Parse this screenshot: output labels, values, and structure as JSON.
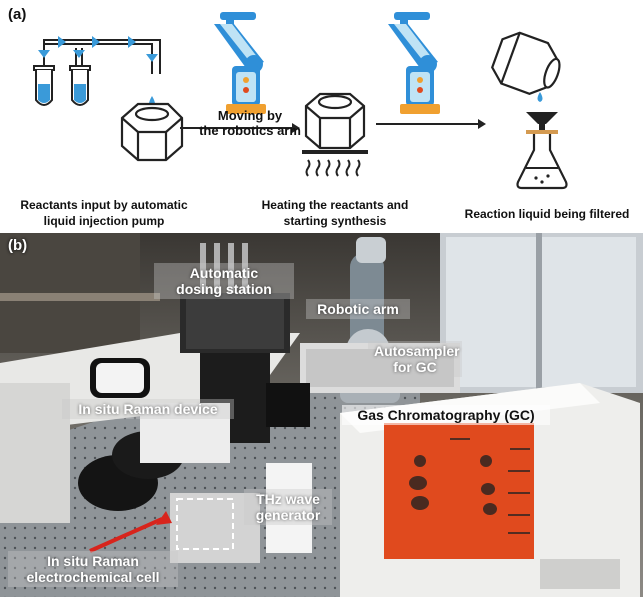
{
  "panel_a": {
    "label": "(a)",
    "moving_line1": "Moving by",
    "moving_line2": "the robotics arm",
    "caption_left_1": "Reactants input by automatic",
    "caption_left_2": "liquid injection pump",
    "caption_mid_1": "Heating the reactants and",
    "caption_mid_2": "starting synthesis",
    "caption_right": "Reaction liquid being filtered"
  },
  "panel_b": {
    "label": "(b)",
    "tags": {
      "dosing_1": "Automatic",
      "dosing_2": "dosing station",
      "robotic_arm": "Robotic arm",
      "autosampler_1": "Autosampler",
      "autosampler_2": "for GC",
      "raman_device": "In situ Raman device",
      "gc": "Gas Chromatography (GC)",
      "thz_1": "THz wave",
      "thz_2": "generator",
      "cell_1": "In situ Raman",
      "cell_2": "electrochemical cell"
    }
  },
  "colors": {
    "robot_blue": "#2f8fd8",
    "robot_light": "#bfe3f5",
    "robot_orange": "#f0a030",
    "gc_orange": "#e04a1e",
    "arrow_red": "#d8241c"
  }
}
